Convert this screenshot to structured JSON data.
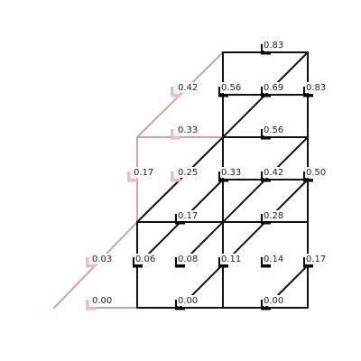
{
  "colors": {
    "background": "#ffffff",
    "black_edge": "#111111",
    "pink_edge": "#c9a6a6",
    "black_marker": "#000000",
    "pink_marker": "#f2b8c6",
    "label_text": "#222222"
  },
  "nodes": [
    {
      "id": "A",
      "label": "0.00",
      "style": "pink"
    },
    {
      "id": "B",
      "label": "0.03",
      "style": "pink"
    },
    {
      "id": "C",
      "label": "0.17",
      "style": "pink"
    },
    {
      "id": "D",
      "label": "0.33",
      "style": "pink"
    },
    {
      "id": "E",
      "label": "0.42",
      "style": "pink"
    },
    {
      "id": "F",
      "label": "0.25",
      "style": "pink"
    },
    {
      "id": "G",
      "label": "0.06",
      "style": "black"
    },
    {
      "id": "H",
      "label": "0.08",
      "style": "black"
    },
    {
      "id": "I",
      "label": "0.11",
      "style": "black"
    },
    {
      "id": "J",
      "label": "0.14",
      "style": "black"
    },
    {
      "id": "K",
      "label": "0.17",
      "style": "black"
    },
    {
      "id": "L",
      "label": "0.00",
      "style": "black"
    },
    {
      "id": "M",
      "label": "0.00",
      "style": "black"
    },
    {
      "id": "N",
      "label": "0.17",
      "style": "black"
    },
    {
      "id": "O",
      "label": "0.28",
      "style": "black"
    },
    {
      "id": "P",
      "label": "0.33",
      "style": "black"
    },
    {
      "id": "Q",
      "label": "0.42",
      "style": "black"
    },
    {
      "id": "R",
      "label": "0.50",
      "style": "black"
    },
    {
      "id": "S",
      "label": "0.56",
      "style": "black"
    },
    {
      "id": "T",
      "label": "0.56",
      "style": "black"
    },
    {
      "id": "U",
      "label": "0.69",
      "style": "black"
    },
    {
      "id": "V",
      "label": "0.83",
      "style": "black"
    },
    {
      "id": "W",
      "label": "0.83",
      "style": "black"
    }
  ]
}
